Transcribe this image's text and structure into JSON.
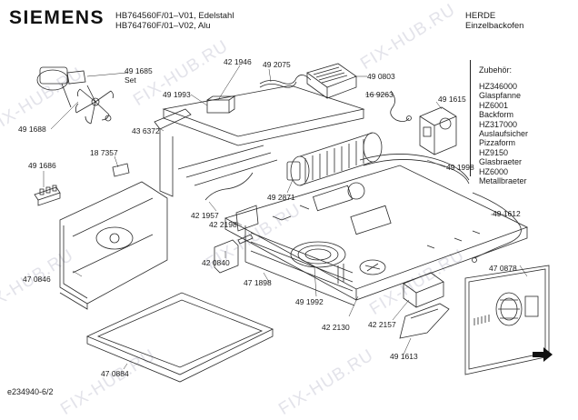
{
  "header": {
    "brand": "SIEMENS",
    "model_lines": [
      "HB764560F/01–V01, Edelstahl",
      "HB764760F/01–V02, Alu"
    ],
    "category_lines": [
      "HERDE",
      "Einzelbackofen"
    ]
  },
  "accessories": {
    "title": "Zubehör:",
    "items": [
      "HZ346000",
      "Glaspfanne",
      "HZ6001",
      "Backform",
      "HZ317000",
      "Auslaufsicher",
      "Pizzaform",
      "HZ9150",
      "Glasbraeter",
      "HZ6000",
      "Metallbraeter"
    ]
  },
  "part_numbers": [
    "49 1685",
    "Set",
    "42 1946",
    "49 2075",
    "49 0803",
    "49 1993",
    "16 9263",
    "49 1615",
    "49 1688",
    "43 6372",
    "18 7357",
    "49 1686",
    "49 1998",
    "49 2871",
    "42 1957",
    "42 2198",
    "49 1612",
    "42 0840",
    "47 0846",
    "47 1898",
    "47 0878",
    "49 1992",
    "42 2157",
    "42 2130",
    "49 1613",
    "47 0884"
  ],
  "document_id": "e234940-6/2",
  "watermark": "FIX-HUB.RU",
  "colors": {
    "line": "#2a2a2a",
    "watermark": "#e3e3ea"
  },
  "icons": [
    "arrow-right-icon"
  ]
}
